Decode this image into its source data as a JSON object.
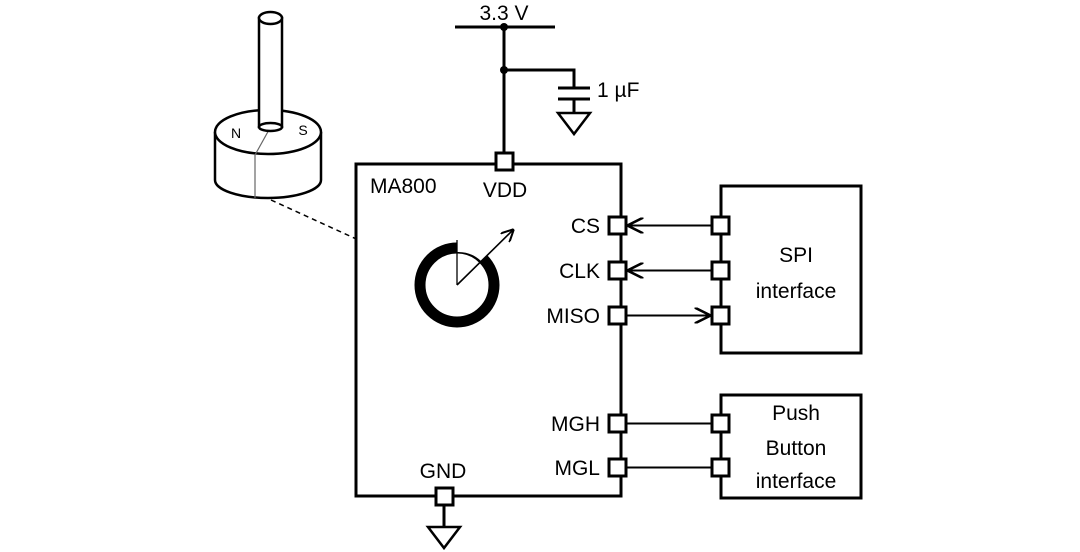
{
  "supply": {
    "voltage_label": "3.3 V"
  },
  "capacitor": {
    "label": "1 µF"
  },
  "chip": {
    "name": "MA800",
    "pins": {
      "vdd": "VDD",
      "gnd": "GND",
      "cs": "CS",
      "clk": "CLK",
      "miso": "MISO",
      "mgh": "MGH",
      "mgl": "MGL"
    }
  },
  "magnet": {
    "north": "N",
    "south": "S"
  },
  "spi_block": {
    "line1": "SPI",
    "line2": "interface"
  },
  "button_block": {
    "line1": "Push",
    "line2": "Button",
    "line3": "interface"
  },
  "colors": {
    "stroke": "#000000",
    "background": "#ffffff"
  }
}
